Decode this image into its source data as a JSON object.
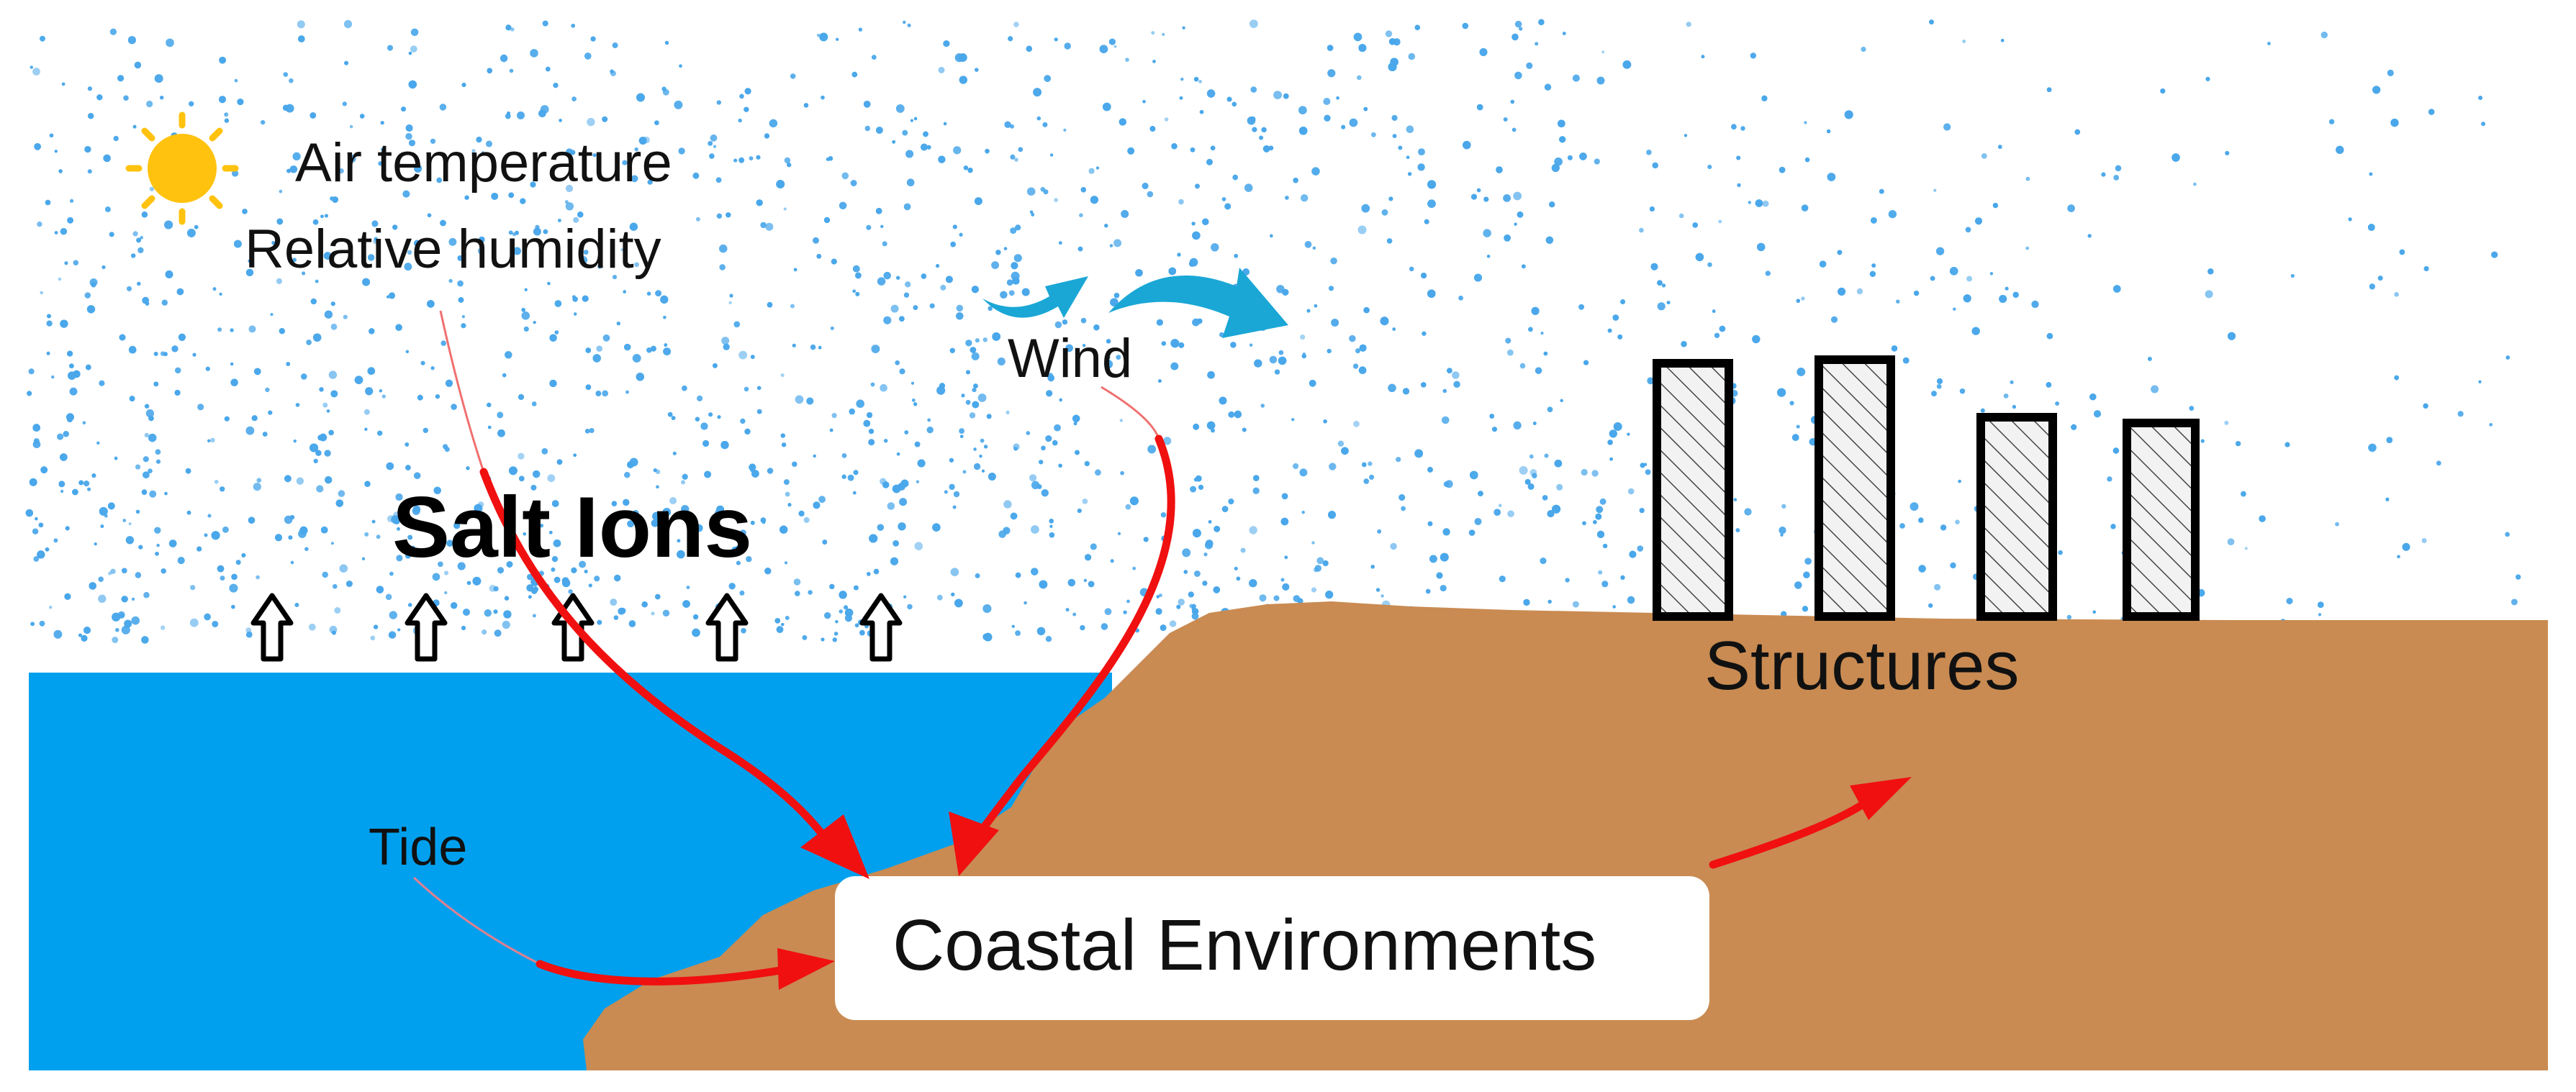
{
  "labels": {
    "air_temperature": "Air temperature",
    "relative_humidity": "Relative humidity",
    "salt_ions": "Salt Ions",
    "wind": "Wind",
    "tide": "Tide",
    "structures": "Structures",
    "coastal_environments": "Coastal Environments"
  },
  "colors": {
    "sea": "#00a0ee",
    "land": "#c98b52",
    "spray_dot": "#4aa7ea",
    "red_arrow": "#f01010",
    "wind_arrow": "#1aa7d6",
    "sun": "#ffc20e",
    "building_fill": "#f2f2f2",
    "building_stroke": "#000000"
  },
  "icons": {
    "sun": "sun-icon",
    "updraft": "hollow-up-arrow-icon",
    "wind": "curved-wind-arrow-icon",
    "building": "hatched-building-icon"
  },
  "counts": {
    "updraft_arrows": 5,
    "buildings": 4
  }
}
